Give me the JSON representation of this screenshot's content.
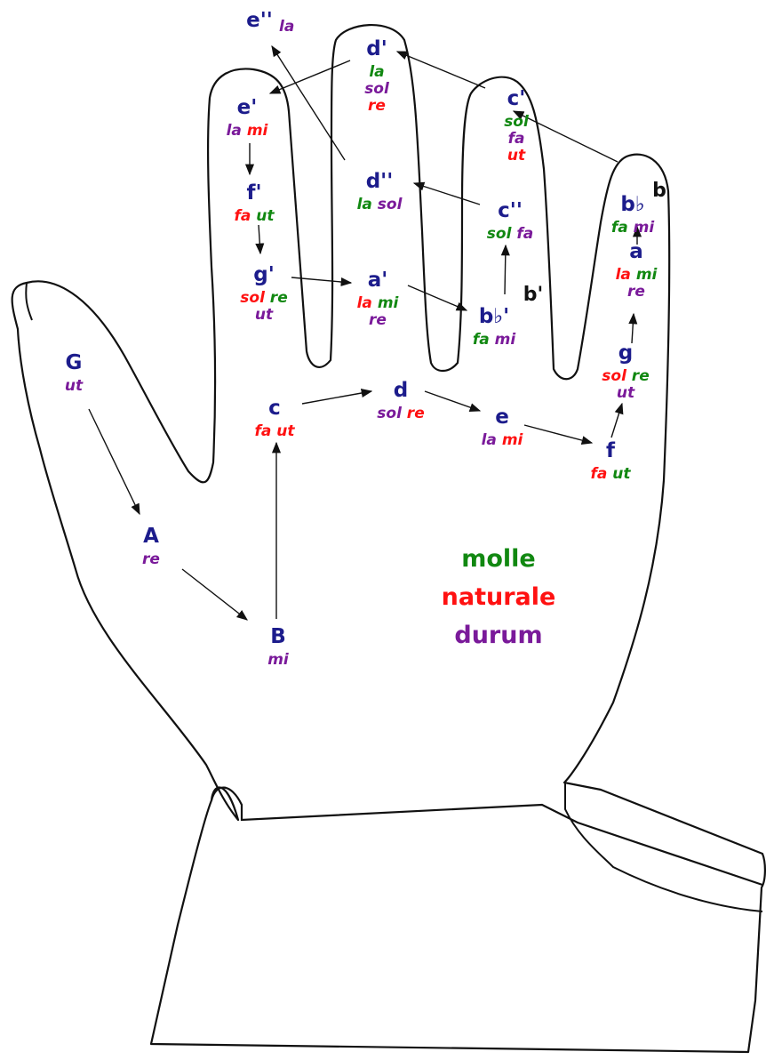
{
  "colors": {
    "note": "#1c1c8c",
    "molle": "#118811",
    "naturale": "#ff1111",
    "durum": "#7a1a9a",
    "outline": "#111111"
  },
  "legend": [
    {
      "label": "molle",
      "color_key": "molle"
    },
    {
      "label": "naturale",
      "color_key": "naturale"
    },
    {
      "label": "durum",
      "color_key": "durum"
    }
  ],
  "notes": [
    {
      "id": "G",
      "label": "G",
      "syllables": [
        [
          {
            "t": "ut",
            "c": "durum"
          }
        ]
      ]
    },
    {
      "id": "A",
      "label": "A",
      "syllables": [
        [
          {
            "t": "re",
            "c": "durum"
          }
        ]
      ]
    },
    {
      "id": "B",
      "label": "B",
      "syllables": [
        [
          {
            "t": "mi",
            "c": "durum"
          }
        ]
      ]
    },
    {
      "id": "c",
      "label": "c",
      "syllables": [
        [
          {
            "t": "fa",
            "c": "naturale"
          },
          {
            "t": "ut",
            "c": "naturale"
          }
        ]
      ]
    },
    {
      "id": "d",
      "label": "d",
      "syllables": [
        [
          {
            "t": "sol",
            "c": "durum"
          },
          {
            "t": "re",
            "c": "naturale"
          }
        ]
      ]
    },
    {
      "id": "e",
      "label": "e",
      "syllables": [
        [
          {
            "t": "la",
            "c": "durum"
          },
          {
            "t": "mi",
            "c": "naturale"
          }
        ]
      ]
    },
    {
      "id": "f",
      "label": "f",
      "syllables": [
        [
          {
            "t": "fa",
            "c": "naturale"
          },
          {
            "t": "ut",
            "c": "molle"
          }
        ]
      ]
    },
    {
      "id": "g",
      "label": "g",
      "syllables": [
        [
          {
            "t": "sol",
            "c": "naturale"
          },
          {
            "t": "re",
            "c": "molle"
          }
        ],
        [
          {
            "t": "ut",
            "c": "durum"
          }
        ]
      ]
    },
    {
      "id": "a",
      "label": "a",
      "syllables": [
        [
          {
            "t": "la",
            "c": "naturale"
          },
          {
            "t": "mi",
            "c": "molle"
          }
        ],
        [
          {
            "t": "re",
            "c": "durum"
          }
        ]
      ]
    },
    {
      "id": "bflat",
      "label": "b♭",
      "syllables": [
        [
          {
            "t": "fa",
            "c": "molle"
          },
          {
            "t": "mi",
            "c": "durum"
          }
        ]
      ]
    },
    {
      "id": "c1",
      "label": "c'",
      "syllables": [
        [
          {
            "t": "sol",
            "c": "molle"
          }
        ],
        [
          {
            "t": "fa",
            "c": "durum"
          }
        ],
        [
          {
            "t": "ut",
            "c": "naturale"
          }
        ]
      ]
    },
    {
      "id": "d1",
      "label": "d'",
      "syllables": [
        [
          {
            "t": "la",
            "c": "molle"
          }
        ],
        [
          {
            "t": "sol",
            "c": "durum"
          }
        ],
        [
          {
            "t": "re",
            "c": "naturale"
          }
        ]
      ]
    },
    {
      "id": "e1",
      "label": "e'",
      "syllables": [
        [
          {
            "t": "la",
            "c": "durum"
          },
          {
            "t": "mi",
            "c": "naturale"
          }
        ]
      ]
    },
    {
      "id": "f1",
      "label": "f'",
      "syllables": [
        [
          {
            "t": "fa",
            "c": "naturale"
          },
          {
            "t": "ut",
            "c": "molle"
          }
        ]
      ]
    },
    {
      "id": "g1",
      "label": "g'",
      "syllables": [
        [
          {
            "t": "sol",
            "c": "naturale"
          },
          {
            "t": "re",
            "c": "molle"
          }
        ],
        [
          {
            "t": "ut",
            "c": "durum"
          }
        ]
      ]
    },
    {
      "id": "a1",
      "label": "a'",
      "syllables": [
        [
          {
            "t": "la",
            "c": "naturale"
          },
          {
            "t": "mi",
            "c": "molle"
          }
        ],
        [
          {
            "t": "re",
            "c": "durum"
          }
        ]
      ]
    },
    {
      "id": "bflat1",
      "label": "b♭'",
      "syllables": [
        [
          {
            "t": "fa",
            "c": "molle"
          },
          {
            "t": "mi",
            "c": "durum"
          }
        ]
      ]
    },
    {
      "id": "c2",
      "label": "c''",
      "syllables": [
        [
          {
            "t": "sol",
            "c": "molle"
          },
          {
            "t": "fa",
            "c": "durum"
          }
        ]
      ]
    },
    {
      "id": "d2",
      "label": "d''",
      "syllables": [
        [
          {
            "t": "la",
            "c": "molle"
          },
          {
            "t": "sol",
            "c": "durum"
          }
        ]
      ]
    },
    {
      "id": "e2",
      "label": "e''",
      "syllables": [
        [
          {
            "t": "la",
            "c": "durum"
          }
        ]
      ]
    }
  ],
  "extra_labels": [
    {
      "id": "b",
      "text": "b"
    },
    {
      "id": "b1",
      "text": "b'"
    }
  ],
  "sequence": [
    "G",
    "A",
    "B",
    "c",
    "d",
    "e",
    "f",
    "g",
    "a",
    "bflat",
    "c1",
    "d1",
    "e1",
    "f1",
    "g1",
    "a1",
    "bflat1",
    "c2",
    "d2",
    "e2"
  ]
}
